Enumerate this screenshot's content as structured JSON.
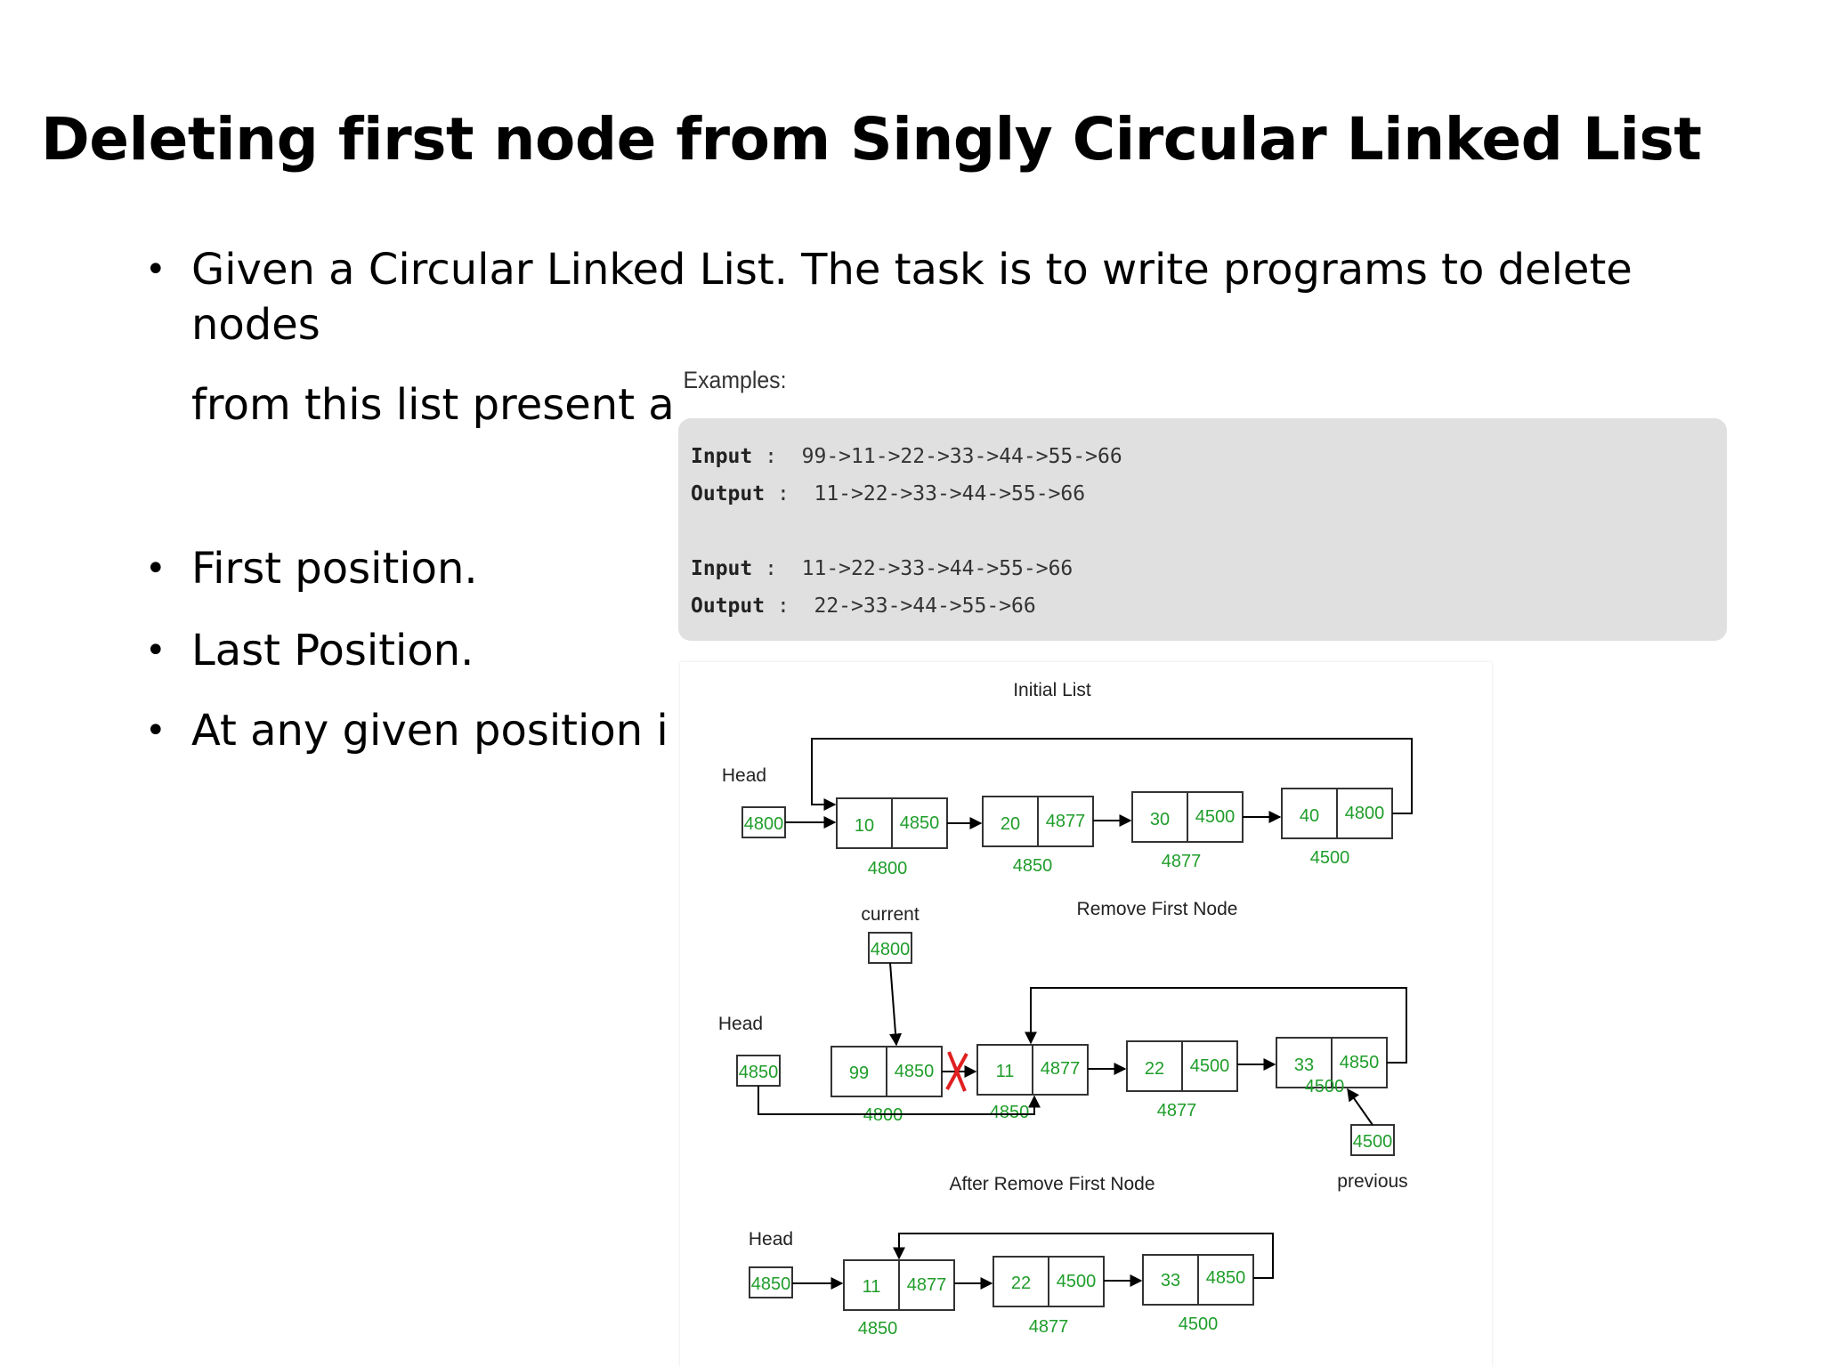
{
  "slide": {
    "title": "Deleting first node from Singly Circular Linked List",
    "bullet1_line1": "Given a Circular Linked List. The task is to write programs to delete",
    "bullet1_line2": "nodes",
    "bullet1_line3": "from this list present a",
    "bullets": [
      "First position.",
      "Last Position.",
      "At any given position i"
    ]
  },
  "examples": {
    "label": "Examples:",
    "lines": [
      {
        "key": "Input",
        "sep": " :  ",
        "value": "99->11->22->33->44->55->66"
      },
      {
        "key": "Output",
        "sep": " :  ",
        "value": "11->22->33->44->55->66"
      },
      {
        "key": "Input",
        "sep": " :  ",
        "value": "11->22->33->44->55->66"
      },
      {
        "key": "Output",
        "sep": " :  ",
        "value": "22->33->44->55->66"
      }
    ]
  },
  "diagram": {
    "initial_title": "Initial List",
    "remove_title": "Remove First Node",
    "after_title": "After Remove First Node",
    "head_label": "Head",
    "current_label": "current",
    "previous_label": "previous",
    "initial": {
      "head": "4800",
      "nodes": [
        {
          "data": "10",
          "next": "4850",
          "addr": "4800"
        },
        {
          "data": "20",
          "next": "4877",
          "addr": "4850"
        },
        {
          "data": "30",
          "next": "4500",
          "addr": "4877"
        },
        {
          "data": "40",
          "next": "4800",
          "addr": "4500"
        }
      ]
    },
    "remove": {
      "head": "4850",
      "current": "4800",
      "previous": "4500",
      "nodes": [
        {
          "data": "99",
          "next": "4850",
          "addr": "4800"
        },
        {
          "data": "11",
          "next": "4877",
          "addr": "4850"
        },
        {
          "data": "22",
          "next": "4500",
          "addr": "4877"
        },
        {
          "data": "33",
          "next": "4850",
          "addr": "4500"
        }
      ]
    },
    "after": {
      "head": "4850",
      "nodes": [
        {
          "data": "11",
          "next": "4877",
          "addr": "4850"
        },
        {
          "data": "22",
          "next": "4500",
          "addr": "4877"
        },
        {
          "data": "33",
          "next": "4850",
          "addr": "4500"
        }
      ]
    }
  },
  "colors": {
    "value_green": "#1f9d2a",
    "code_bg": "#e0e0e0",
    "x_mark_red": "#e02020"
  }
}
